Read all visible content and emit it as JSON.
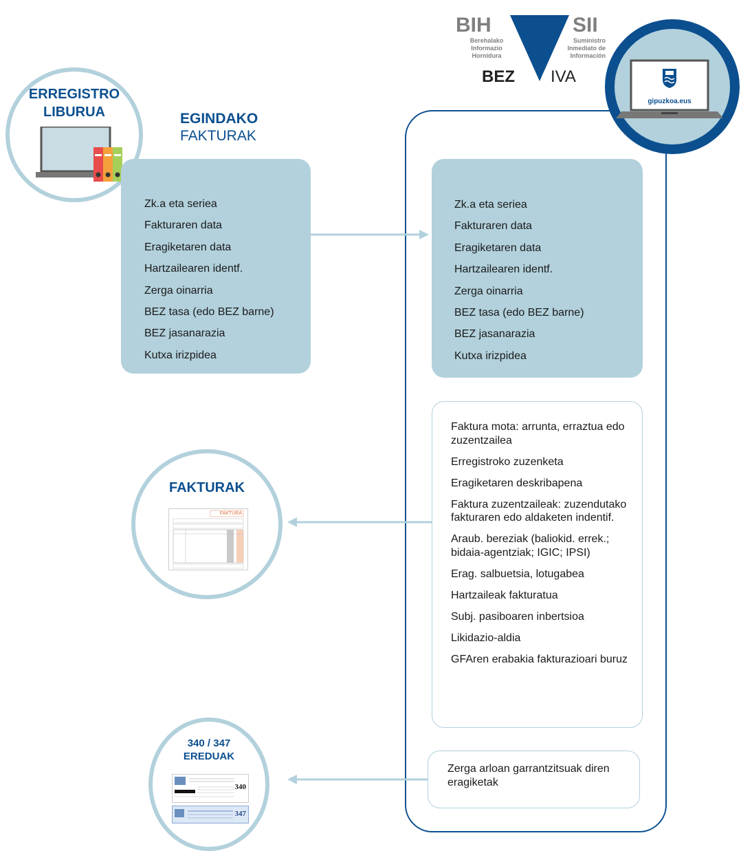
{
  "logo": {
    "left_acronym": "BIH",
    "left_line1": "Berehalako",
    "left_line2": "Informazio",
    "left_line3": "Hornidura",
    "right_acronym": "SII",
    "right_line1": "Suministro",
    "right_line2": "Inmediato de",
    "right_line3": "Información",
    "bottom_left": "BEZ",
    "bottom_right": "IVA"
  },
  "gipuzkoa": {
    "site": "gipuzkoa.eus"
  },
  "registry_circle": {
    "line1": "ERREGISTRO",
    "line2": "LIBURUA"
  },
  "issued_heading": {
    "bold": "EGINDAKO",
    "regular": "FAKTURAK"
  },
  "issued_fields": [
    "Zk.a eta seriea",
    "Fakturaren data",
    "Eragiketaren data",
    "Hartzailearen identf.",
    "Zerga oinarria",
    "BEZ tasa (edo BEZ barne)",
    "BEZ jasanarazia",
    "Kutxa irizpidea"
  ],
  "sii_fields": [
    "Zk.a eta seriea",
    "Fakturaren data",
    "Eragiketaren data",
    "Hartzailearen identf.",
    "Zerga oinarria",
    "BEZ tasa (edo BEZ barne)",
    "BEZ jasanarazia",
    "Kutxa irizpidea"
  ],
  "invoice_fields": [
    "Faktura mota: arrunta, erraztua edo zuzentzailea",
    "Erregistroko zuzenketa",
    "Eragiketaren deskribapena",
    "Faktura zuzentzaileak: zuzendutako fakturaren edo aldaketen indentif.",
    "Araub. bereziak (baliokid. errek.; bidaia-agentziak; IGIC; IPSI)",
    "Erag. salbuetsia, lotugabea",
    "Hartzaileak fakturatua",
    "Subj. pasiboaren inbertsioa",
    "Likidazio-aldia",
    "GFAren erabakia fakturazioari buruz"
  ],
  "relevant_ops": "Zerga arloan garrantzitsuak diren eragiketak",
  "invoices_circle": {
    "title": "FAKTURAK",
    "doc_title": "FAKTURA"
  },
  "models_circle": {
    "line1": "340 / 347",
    "line2": "EREDUAK",
    "form1": "340",
    "form2": "347"
  },
  "colors": {
    "navy": "#0b4f8f",
    "teal": "#b2d1dc",
    "arrow": "#b2d1dc"
  }
}
